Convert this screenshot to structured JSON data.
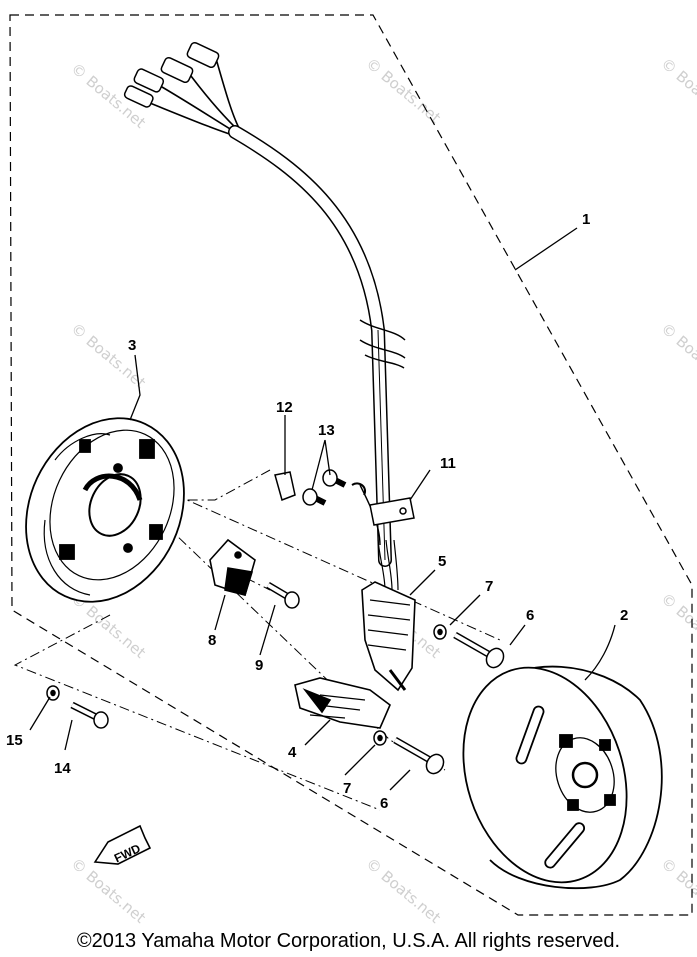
{
  "diagram": {
    "callouts": [
      "1",
      "2",
      "3",
      "4",
      "5",
      "6",
      "6",
      "7",
      "7",
      "8",
      "9",
      "11",
      "12",
      "13",
      "14",
      "15"
    ],
    "fwd_label": "FWD",
    "watermark": "© Boats.net",
    "copyright": "©2013 Yamaha Motor Corporation, U.S.A. All rights reserved."
  }
}
